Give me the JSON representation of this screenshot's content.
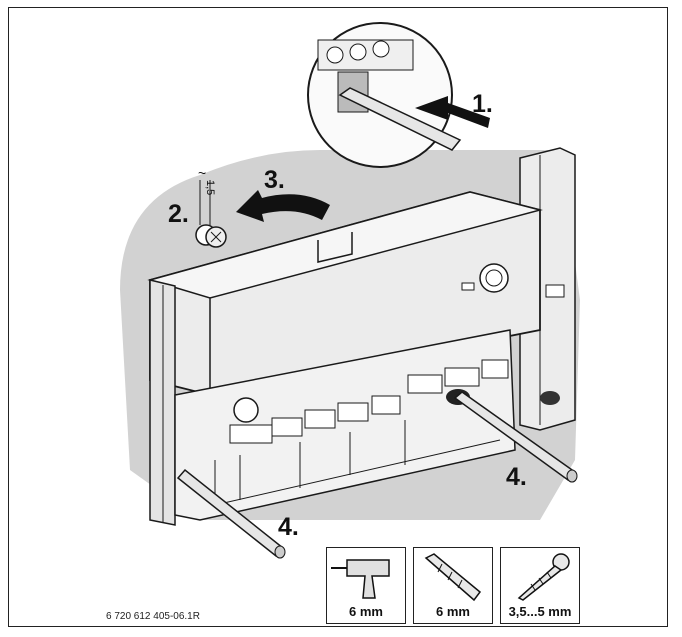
{
  "steps": {
    "s1": "1.",
    "s2": "2.",
    "s3": "3.",
    "s4a": "4.",
    "s4b": "4."
  },
  "dimension": {
    "approx": "~",
    "value": "1,5"
  },
  "tools": [
    {
      "icon": "drill-icon",
      "label": "6 mm"
    },
    {
      "icon": "wall-plug-icon",
      "label": "6 mm"
    },
    {
      "icon": "screw-icon",
      "label": "3,5...5 mm"
    }
  ],
  "figure_code": "6 720 612 405-06.1R",
  "colors": {
    "shadow": "#cfcfcf",
    "housing": "#ececec",
    "line": "#1a1a1a",
    "arrow": "#111111"
  }
}
